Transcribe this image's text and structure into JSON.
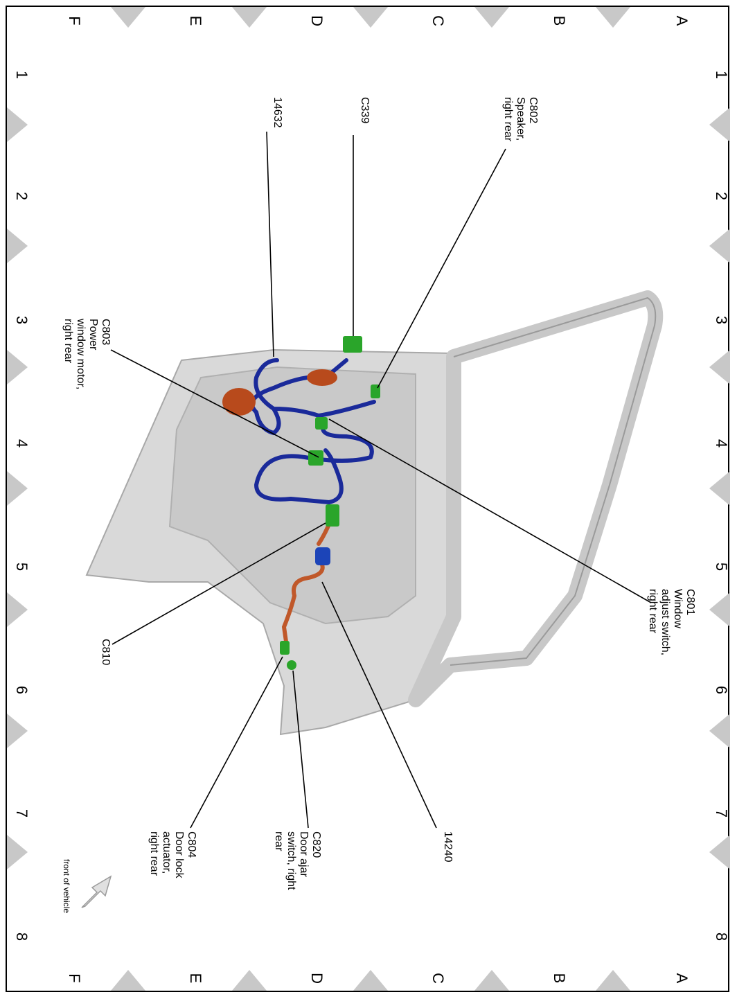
{
  "grid": {
    "rows": [
      "A",
      "B",
      "C",
      "D",
      "E",
      "F"
    ],
    "columns": [
      "1",
      "2",
      "3",
      "4",
      "5",
      "6",
      "7",
      "8"
    ]
  },
  "callouts": {
    "c802": [
      "C802",
      "Speaker,",
      "right rear"
    ],
    "c339": [
      "C339"
    ],
    "n14632": [
      "14632"
    ],
    "c803": [
      "C803",
      "Power",
      "window motor,",
      "right rear"
    ],
    "c801": [
      "C801",
      "Window",
      "adjust switch,",
      "right rear"
    ],
    "c810": [
      "C810"
    ],
    "n14240": [
      "14240"
    ],
    "c820": [
      "C820",
      "Door ajar",
      "switch, right",
      "rear"
    ],
    "c804": [
      "C804",
      "Door lock",
      "actuator,",
      "right rear"
    ],
    "front": [
      "front of vehicle"
    ]
  },
  "colors": {
    "harness_blue": "#1a2a9a",
    "harness_orange": "#c0582a",
    "connector_green": "#2aa52a",
    "door_gray": "#d8d8d8"
  }
}
